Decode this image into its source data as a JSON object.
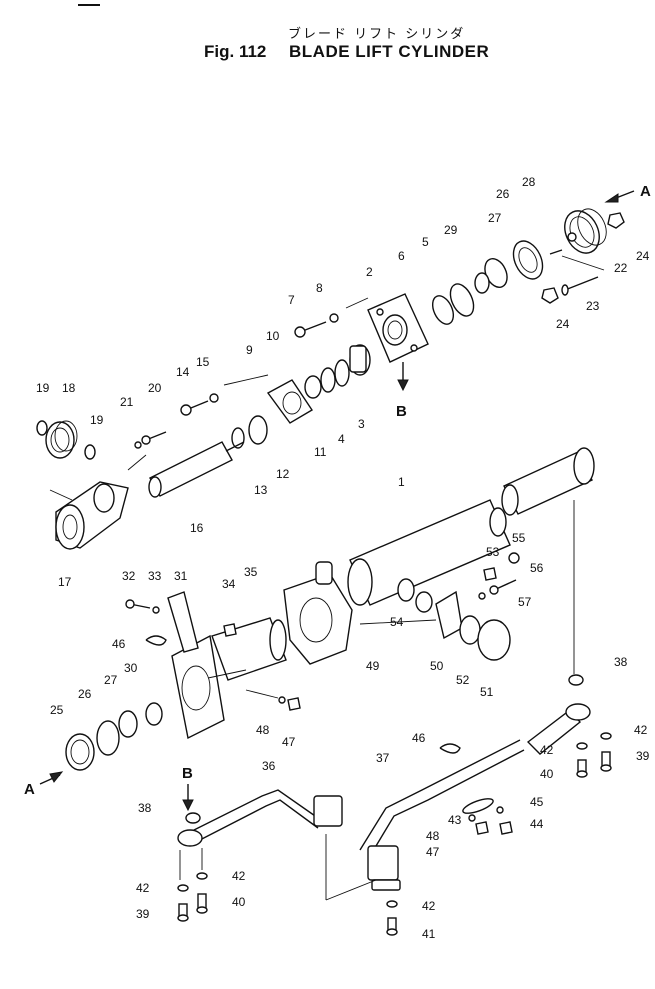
{
  "header": {
    "japanese_title": "ブレード リフト シリンダ",
    "figure_number": "Fig. 112",
    "title": "BLADE LIFT CYLINDER"
  },
  "diagram": {
    "view_marks": [
      "A",
      "B",
      "A",
      "B"
    ],
    "part_numbers": [
      "1",
      "2",
      "3",
      "4",
      "5",
      "6",
      "7",
      "8",
      "9",
      "10",
      "11",
      "12",
      "13",
      "14",
      "15",
      "16",
      "17",
      "18",
      "19",
      "19",
      "20",
      "21",
      "22",
      "23",
      "24",
      "24",
      "25",
      "26",
      "26",
      "27",
      "27",
      "28",
      "29",
      "30",
      "31",
      "32",
      "33",
      "34",
      "35",
      "36",
      "37",
      "38",
      "38",
      "39",
      "39",
      "40",
      "40",
      "41",
      "42",
      "42",
      "42",
      "42",
      "42",
      "43",
      "44",
      "45",
      "46",
      "46",
      "47",
      "47",
      "48",
      "48",
      "49",
      "50",
      "51",
      "52",
      "53",
      "54",
      "55",
      "56",
      "57"
    ]
  }
}
